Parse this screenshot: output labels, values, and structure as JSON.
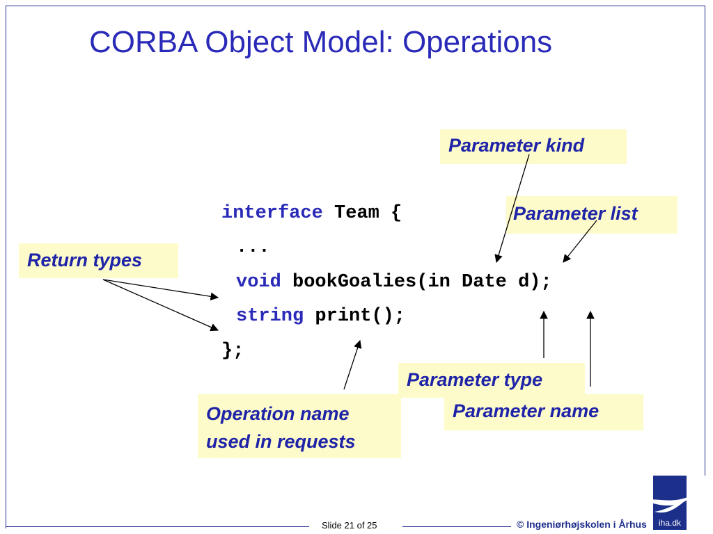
{
  "slide": {
    "title": "CORBA Object Model: Operations"
  },
  "code": {
    "line1_keyword": "interface",
    "line1_rest": " Team {",
    "line2": "...",
    "line3_keyword": "void",
    "line3_rest": " bookGoalies(in Date d);",
    "line4_keyword": "string",
    "line4_rest": " print();",
    "line5": "};"
  },
  "callouts": {
    "parameter_kind": "Parameter kind",
    "parameter_list": "Parameter list",
    "return_types": "Return types",
    "parameter_type": "Parameter type",
    "operation_name_line1": "Operation name",
    "operation_name_line2": "used in requests",
    "parameter_name": "Parameter name"
  },
  "footer": {
    "slide_number": "Slide 21 of 25",
    "copyright": "© Ingeniørhøjskolen i Århus",
    "logo_text": "iha.dk"
  },
  "colors": {
    "title": "#2a2ab8",
    "keyword": "#2a2ab8",
    "callout_background": "#fdfbc9",
    "callout_text": "#1e23a8",
    "frame": "#1f2c8a"
  }
}
